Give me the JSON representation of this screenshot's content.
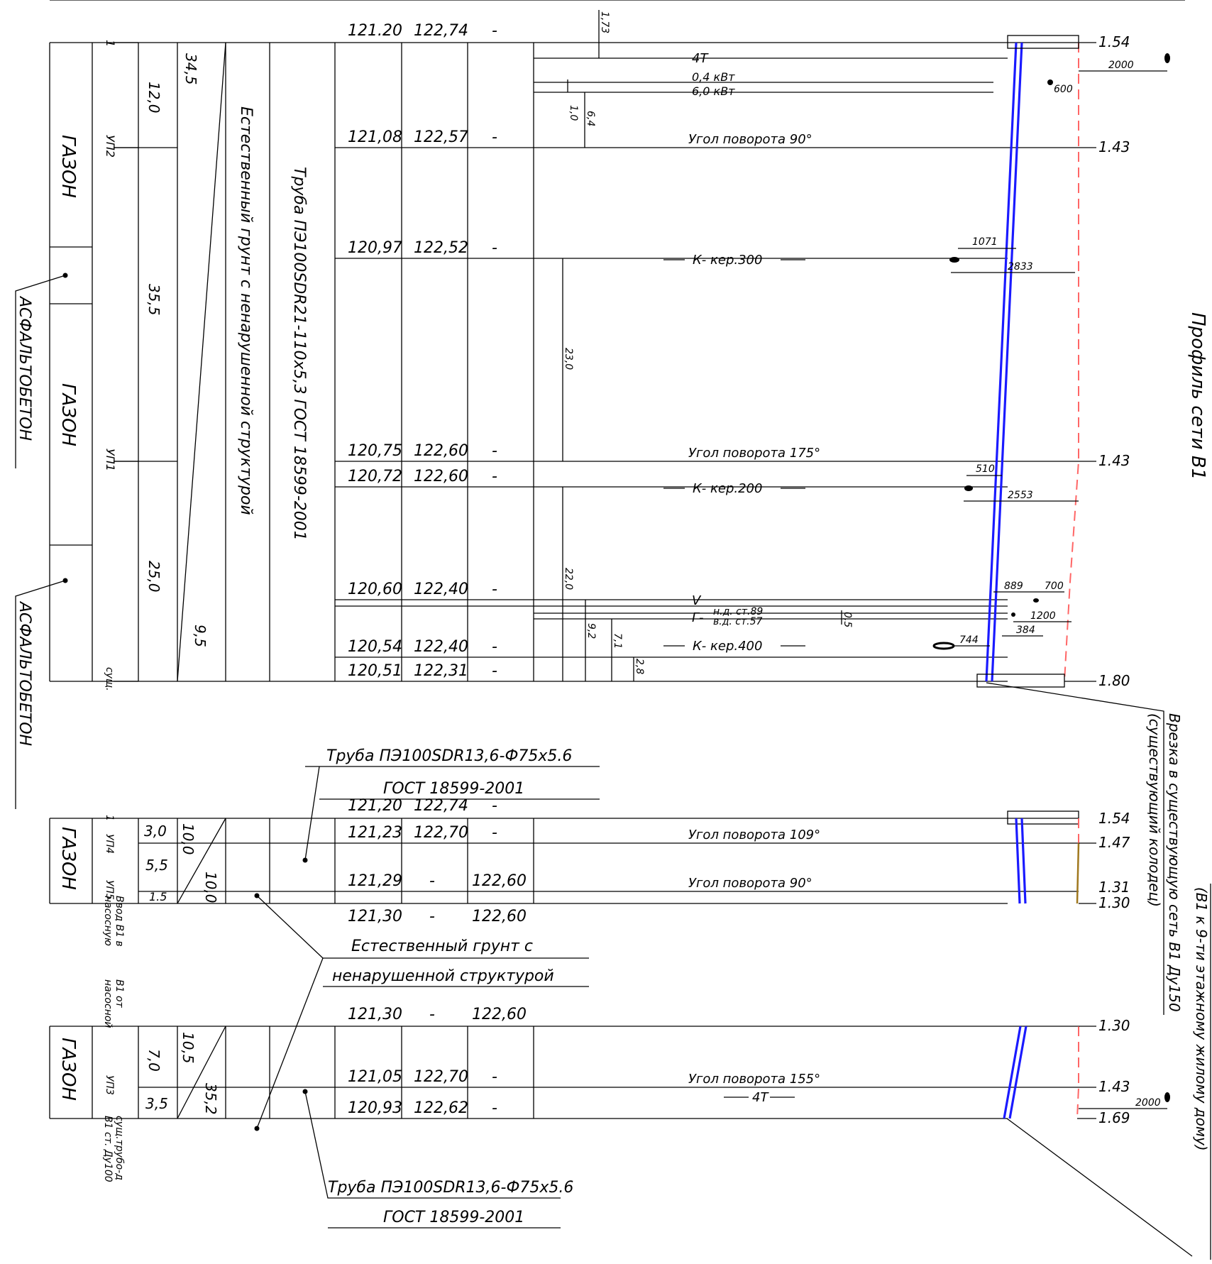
{
  "title": "Профиль сети В1",
  "profile_main": {
    "surface": [
      "ГАЗОН",
      "ГАЗОН"
    ],
    "asphalt": [
      "АСФАЛЬТОБЕТОН",
      "АСФАЛЬТОБЕТОН"
    ],
    "points": [
      "1",
      "УП2",
      "УП1",
      "сущ."
    ],
    "lengths": [
      "12,0",
      "35,5",
      "25,0"
    ],
    "slopes": [
      "34,5",
      "9,5"
    ],
    "soil": "Естественный грунт с ненарушенной структурой",
    "pipe": "Труба ПЭ100SDR21-110х5,3 ГОСТ 18599-2001",
    "rows": [
      {
        "pipe": "121.20",
        "ground": "122,74",
        "x": "-",
        "right": "1.54"
      },
      {
        "pipe": "121,08",
        "ground": "122,57",
        "x": "-",
        "right": "1.43",
        "note": "Угол поворота 90°"
      },
      {
        "pipe": "120,97",
        "ground": "122,52",
        "x": "-",
        "note": "К- кер.300"
      },
      {
        "pipe": "120,75",
        "ground": "122,60",
        "x": "-",
        "right": "1.43",
        "note": "Угол поворота 175°"
      },
      {
        "pipe": "120,72",
        "ground": "122,60",
        "x": "-",
        "note": "К- кер.200"
      },
      {
        "pipe": "120,60",
        "ground": "122,40",
        "x": "-"
      },
      {
        "pipe": "120,54",
        "ground": "122,40",
        "x": "-",
        "note": "К- кер.400"
      },
      {
        "pipe": "120,51",
        "ground": "122,31",
        "x": "-",
        "right": "1.80"
      }
    ],
    "crossings": {
      "t4": "4Т",
      "kv1": "0,4 кВт",
      "kv2": "6,0 кВт",
      "v": "V",
      "g": "Г-",
      "nd": "н.д. ст.89",
      "vd": "в.д. ст.57"
    },
    "dims": {
      "d173": "1,73",
      "d10": "1,0",
      "d64": "6,4",
      "d230": "23,0",
      "d220": "22,0",
      "d92": "9,2",
      "d71": "7,1",
      "d28": "2,8",
      "d05": "0,5",
      "d2000": "2000",
      "d600": "600",
      "d1071": "1071",
      "d2833": "2833",
      "d510": "510",
      "d2553": "2553",
      "d889": "889",
      "d700": "700",
      "d1200": "1200",
      "d384": "384",
      "d744": "744"
    }
  },
  "profile_2": {
    "pipe_label": [
      "Труба ПЭ100SDR13,6-Ф75х5.6",
      "ГОСТ 18599-2001"
    ],
    "surface": "ГАЗОН",
    "points": [
      "1",
      "УП4",
      "УП5"
    ],
    "vvod": [
      "Ввод В1 в",
      "насосную"
    ],
    "lengths": [
      "3,0",
      "5,5",
      "1.5"
    ],
    "slopes": [
      "10,0",
      "10,0"
    ],
    "rows": [
      {
        "pipe": "121,20",
        "ground": "122,74",
        "x": "-",
        "right": "1.54"
      },
      {
        "pipe": "121,23",
        "ground": "122,70",
        "x": "-",
        "right": "1.47",
        "note": "Угол поворота 109°"
      },
      {
        "pipe": "121,29",
        "ground": "-",
        "x": "122,60",
        "right": "1.31",
        "note": "Угол поворота 90°"
      },
      {
        "pipe": "121,30",
        "ground": "-",
        "x": "122,60",
        "right": "1.30"
      }
    ]
  },
  "soil_label": [
    "Естественный грунт с",
    "ненарушенной структурой"
  ],
  "profile_3": {
    "surface": "ГАЗОН",
    "points": [
      "В1 от",
      "насосной",
      "УП3",
      "сущ.трубо-д",
      "В1 ст. Ду100"
    ],
    "lengths": [
      "7,0",
      "3,5"
    ],
    "slopes": [
      "10,5",
      "35,2"
    ],
    "rows": [
      {
        "pipe": "121,30",
        "ground": "-",
        "x": "122,60",
        "right": "1.30"
      },
      {
        "pipe": "121,05",
        "ground": "122,70",
        "x": "-",
        "right": "1.43",
        "note": "Угол поворота 155°"
      },
      {
        "pipe": "120,93",
        "ground": "122,62",
        "x": "-",
        "right": "1.69"
      }
    ],
    "t4": "4Т",
    "d2000": "2000",
    "pipe_label": [
      "Труба ПЭ100SDR13,6-Ф75х5.6",
      "ГОСТ 18599-2001"
    ]
  },
  "side_notes": {
    "connect1": "Врезка в существующую сеть В1 Ду150",
    "connect2": "(существующий колодец)",
    "house": "(В1 к 9-ти этажному жилому дому)"
  },
  "colors": {
    "pipe": "#1a1aff",
    "ground": "#ff6666",
    "brown": "#a0781e"
  }
}
